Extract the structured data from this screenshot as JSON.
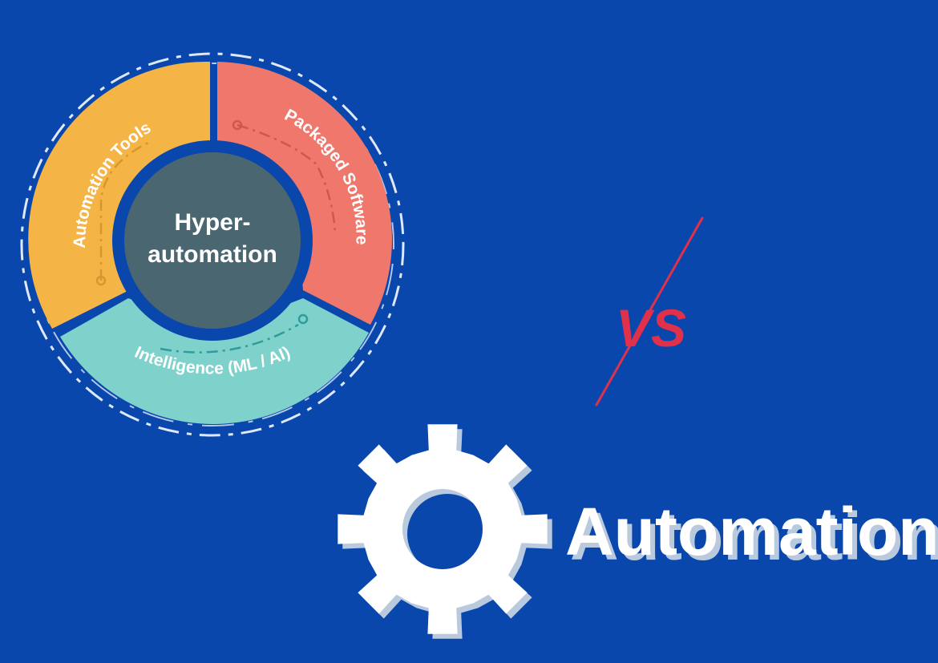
{
  "diagram": {
    "center": {
      "line1": "Hyper-",
      "line2": "automation",
      "color": "#4a6670"
    },
    "segments": [
      {
        "label": "Automation Tools",
        "color": "#f5b546",
        "accent": "#d9962e"
      },
      {
        "label": "Packaged Software",
        "color": "#f0776b",
        "accent": "#d0574d"
      },
      {
        "label": "Intelligence (ML / AI)",
        "color": "#7fd2cc",
        "accent": "#2f9b9a"
      }
    ]
  },
  "vs": {
    "text": "VS",
    "color": "#e0304a"
  },
  "brand": {
    "text": "Automation",
    "icon": "gear-play-icon",
    "color": "#ffffff"
  },
  "colors": {
    "background": "#0a47ad",
    "ring": "#dfe9fb"
  }
}
